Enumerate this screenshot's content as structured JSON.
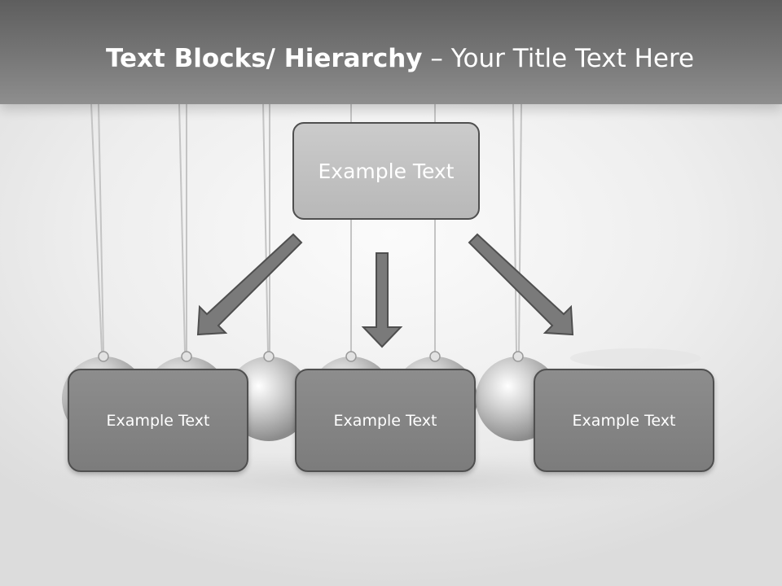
{
  "title": {
    "bold": "Text Blocks/ Hierarchy",
    "regular": " – Your Title Text Here"
  },
  "hierarchy": {
    "top": "Example Text",
    "children": [
      "Example Text",
      "Example Text",
      "Example Text"
    ]
  },
  "colors": {
    "header": "#6e6e6e",
    "top_box": "#c0c0c0",
    "child_box": "#858585",
    "arrow": "#7a7a7a",
    "border": "#4f4f4f"
  }
}
